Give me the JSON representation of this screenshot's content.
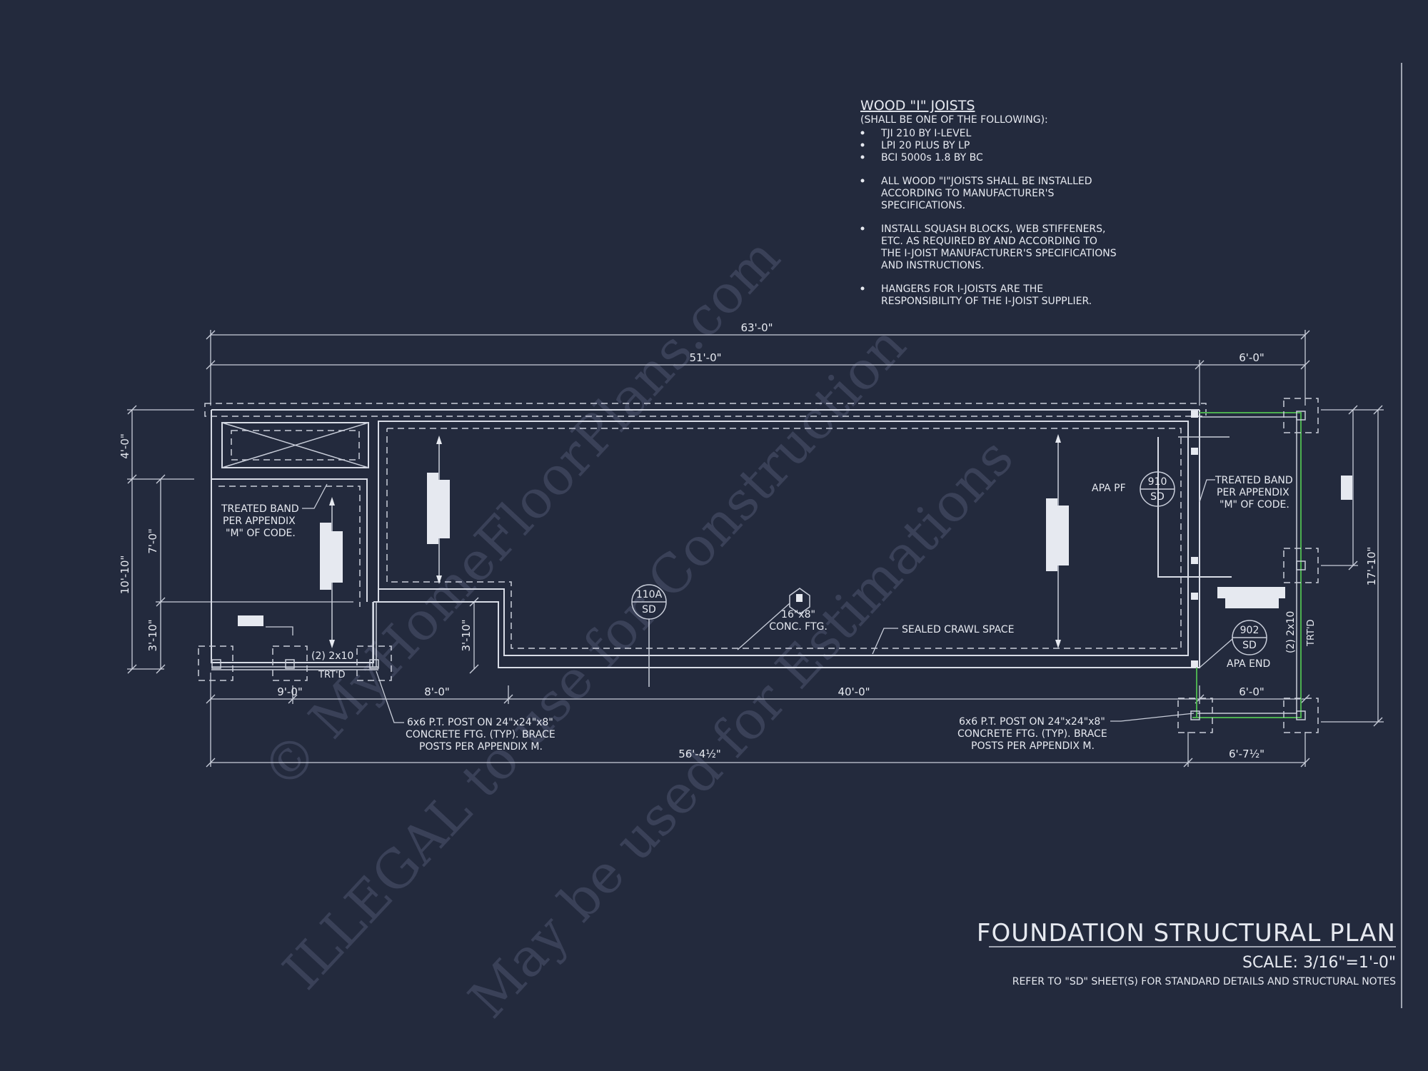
{
  "watermark": {
    "line1": "© MyHomeFloorPlans.com",
    "line2": "ILLEGAL to use for Construction",
    "line3": "May be used for Estimations"
  },
  "joist_notes": {
    "heading": "WOOD \"I\" JOISTS",
    "subheading": "(SHALL BE ONE OF THE FOLLOWING):",
    "options": [
      "TJI 210 BY I-LEVEL",
      "LPI 20 PLUS BY LP",
      "BCI 5000s 1.8 BY BC"
    ],
    "notes": [
      [
        "ALL WOOD \"I\"JOISTS SHALL BE INSTALLED",
        "ACCORDING TO MANUFACTURER'S",
        "SPECIFICATIONS."
      ],
      [
        "INSTALL SQUASH BLOCKS, WEB STIFFENERS,",
        "ETC. AS REQUIRED BY AND ACCORDING TO",
        "THE I-JOIST MANUFACTURER'S SPECIFICATIONS",
        "AND INSTRUCTIONS."
      ],
      [
        "HANGERS FOR I-JOISTS ARE THE",
        "RESPONSIBILITY OF THE I-JOIST SUPPLIER."
      ]
    ]
  },
  "dimensions": {
    "overall": "63'-0\"",
    "main": "51'-0\"",
    "porch_top": "6'-0\"",
    "left_top": "4'-0\"",
    "left_total": "10'-10\"",
    "left_mid": "7'-0\"",
    "left_bottom": "3'-10\"",
    "step_height": "3'-10\"",
    "right_total": "17'-10\"",
    "bottom_a": "9'-0\"",
    "bottom_b": "8'-0\"",
    "bottom_c": "40'-0\"",
    "bottom_porch": "6'-0\"",
    "bottom_total": "56'-4½\"",
    "bottom_porch_total": "6'-7½\""
  },
  "labels": {
    "treated_band_left": [
      "TREATED BAND",
      "PER APPENDIX",
      "\"M\" OF CODE."
    ],
    "treated_band_right": [
      "TREATED BAND",
      "PER APPENDIX",
      "\"M\" OF CODE."
    ],
    "apa_pf": "APA PF",
    "apa_end": "APA END",
    "conc_ftg": [
      "16\"x8\"",
      "CONC. FTG."
    ],
    "crawl": "SEALED CRAWL SPACE",
    "beam_left": "(2) 2x10",
    "beam_left_sub": "TRT'D",
    "beam_right": "(2) 2x10",
    "beam_right_sub": "TRT'D",
    "post_left": [
      "6x6 P.T. POST ON 24\"x24\"x8\"",
      "CONCRETE FTG. (TYP). BRACE",
      "POSTS PER APPENDIX M."
    ],
    "post_right": [
      "6x6 P.T. POST ON 24\"x24\"x8\"",
      "CONCRETE FTG. (TYP). BRACE",
      "POSTS PER APPENDIX M."
    ]
  },
  "callouts": {
    "sd_110a": {
      "top": "110A",
      "bottom": "SD"
    },
    "sd_910": {
      "top": "910",
      "bottom": "SD"
    },
    "sd_902": {
      "top": "902",
      "bottom": "SD"
    }
  },
  "title_block": {
    "title": "FOUNDATION STRUCTURAL PLAN",
    "scale": "SCALE: 3/16\"=1'-0\"",
    "note": "REFER TO \"SD\" SHEET(S) FOR STANDARD DETAILS AND STRUCTURAL NOTES"
  }
}
